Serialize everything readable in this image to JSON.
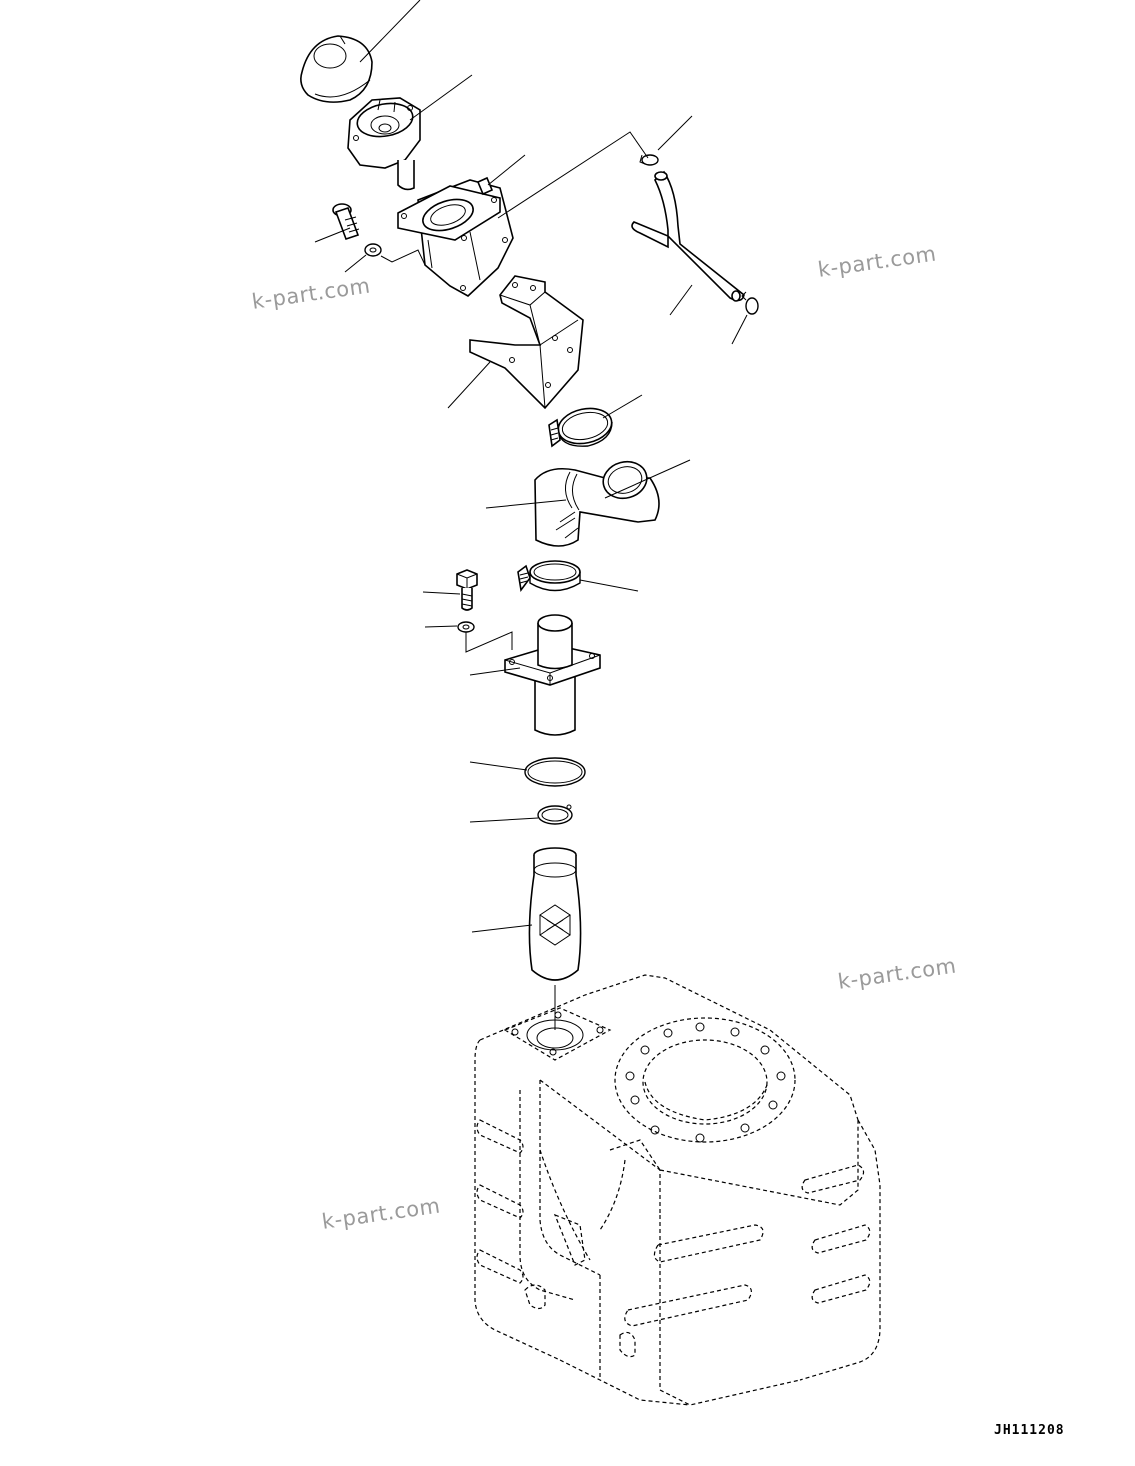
{
  "drawing_code": "JH111208",
  "watermark": "k-part.com",
  "components": [
    "breather-cap",
    "breather-filter-body",
    "filler-neck-upper",
    "mounting-bolt-upper",
    "washer-upper",
    "drain-hose",
    "hose-clamp-small-upper",
    "hose-clamp-small-lower",
    "mounting-bracket",
    "hose-clamp-upper",
    "elbow-hose",
    "hose-clamp-lower",
    "flange-bolt",
    "flange-washer",
    "filler-pipe-flange",
    "o-ring",
    "snap-ring",
    "strainer",
    "hydraulic-tank"
  ]
}
